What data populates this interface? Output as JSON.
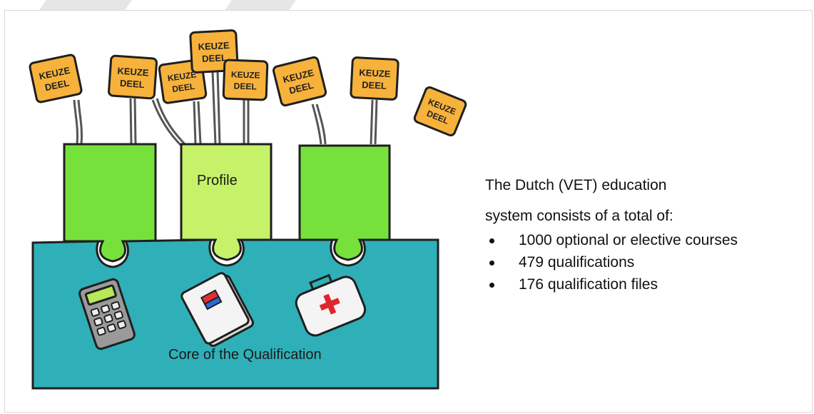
{
  "diagram": {
    "tag_text_line1": "KEUZE",
    "tag_text_line2": "DEEL",
    "profile_label": "Profile",
    "core_label": "Core of the Qualification"
  },
  "description": {
    "line1": "The Dutch (VET) education",
    "line2": "system consists of a total of:",
    "bullets": [
      "1000 optional or elective courses",
      "479 qualifications",
      "176 qualification files"
    ]
  },
  "colors": {
    "tag_fill": "#f7b23b",
    "piece_green": "#77e13c",
    "piece_light_green": "#c6f26a",
    "core_teal": "#2fb0b8"
  }
}
